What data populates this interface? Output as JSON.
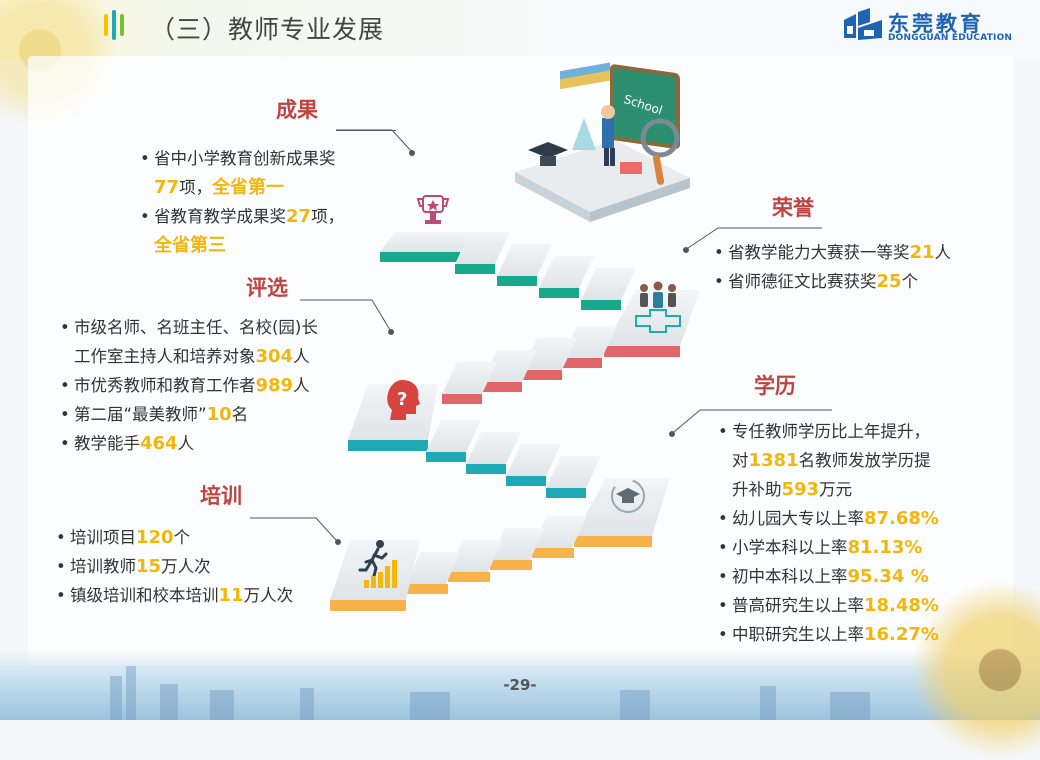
{
  "colors": {
    "title_accent": "#c0433f",
    "highlight": "#f3b60b",
    "step_orange": "#f7b24a",
    "step_cyan": "#1eaab5",
    "step_red": "#e0666a",
    "step_green": "#17a98c",
    "logo_blue": "#1f63b4"
  },
  "header": {
    "title": "（三）教师专业发展",
    "logo_cn": "东莞教育",
    "logo_en": "DONGGUAN EDUCATION"
  },
  "sections": {
    "achievements": {
      "heading": "成果",
      "icon": "trophy-icon",
      "items": [
        [
          {
            "t": "省中小学教育创新成果奖"
          }
        ],
        [
          {
            "t": "77",
            "h": true
          },
          {
            "t": "项，"
          },
          {
            "t": "全省第一",
            "h": true
          }
        ],
        [
          {
            "t": "省教育教学成果奖"
          },
          {
            "t": "27",
            "h": true
          },
          {
            "t": "项，"
          }
        ],
        [
          {
            "t": "全省第三",
            "h": true
          }
        ]
      ]
    },
    "honors": {
      "heading": "荣誉",
      "icon": "people-icon",
      "items": [
        [
          {
            "t": "省教学能力大赛获一等奖"
          },
          {
            "t": "21",
            "h": true
          },
          {
            "t": "人"
          }
        ],
        [
          {
            "t": "省师德征文比赛获奖"
          },
          {
            "t": "25",
            "h": true
          },
          {
            "t": "个"
          }
        ]
      ]
    },
    "selection": {
      "heading": "评选",
      "icon": "question-head-icon",
      "items": [
        [
          {
            "t": "市级名师、名班主任、名校(园)长"
          }
        ],
        [
          {
            "t": "工作室主持人和培养对象"
          },
          {
            "t": "304",
            "h": true
          },
          {
            "t": "人"
          }
        ],
        [
          {
            "t": "市优秀教师和教育工作者"
          },
          {
            "t": "989",
            "h": true
          },
          {
            "t": "人"
          }
        ],
        [
          {
            "t": "第二届“最美教师”"
          },
          {
            "t": "10",
            "h": true
          },
          {
            "t": "名"
          }
        ],
        [
          {
            "t": "教学能手"
          },
          {
            "t": "464",
            "h": true
          },
          {
            "t": "人"
          }
        ]
      ]
    },
    "education": {
      "heading": "学历",
      "icon": "graduation-cap-icon",
      "items": [
        [
          {
            "t": "专任教师学历比上年提升，"
          }
        ],
        [
          {
            "t": "对"
          },
          {
            "t": "1381",
            "h": true
          },
          {
            "t": "名教师发放学历提"
          }
        ],
        [
          {
            "t": "升补助"
          },
          {
            "t": "593",
            "h": true
          },
          {
            "t": "万元"
          }
        ],
        [
          {
            "t": "幼儿园大专以上率"
          },
          {
            "t": "87.68%",
            "h": true
          }
        ],
        [
          {
            "t": "小学本科以上率"
          },
          {
            "t": "81.13%",
            "h": true
          }
        ],
        [
          {
            "t": "初中本科以上率"
          },
          {
            "t": "95.34 %",
            "h": true
          }
        ],
        [
          {
            "t": "普高研究生以上率"
          },
          {
            "t": "18.48%",
            "h": true
          }
        ],
        [
          {
            "t": "中职研究生以上率"
          },
          {
            "t": "16.27%",
            "h": true
          }
        ]
      ]
    },
    "training": {
      "heading": "培训",
      "icon": "runner-bars-icon",
      "items": [
        [
          {
            "t": "培训项目"
          },
          {
            "t": "120",
            "h": true
          },
          {
            "t": "个"
          }
        ],
        [
          {
            "t": "培训教师"
          },
          {
            "t": "15",
            "h": true
          },
          {
            "t": "万人次"
          }
        ],
        [
          {
            "t": "镇级培训和校本培训"
          },
          {
            "t": "11",
            "h": true
          },
          {
            "t": "万人次"
          }
        ]
      ]
    }
  },
  "illustration": {
    "board_text": "School"
  },
  "footer": {
    "page_number": "-29-"
  }
}
